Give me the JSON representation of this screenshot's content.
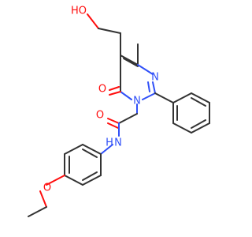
{
  "molecule": {
    "atoms": {
      "hydroxyl": "HO",
      "ring_n_top": "N",
      "ring_n_bottom": "N",
      "carbonyl_o_ring": "O",
      "amide_o": "O",
      "amide_nh": "N",
      "amide_h": "H",
      "ether_o": "O"
    },
    "colors": {
      "bond": "#333333",
      "oxygen": "#ff0d0d",
      "nitrogen": "#3050f8"
    }
  }
}
